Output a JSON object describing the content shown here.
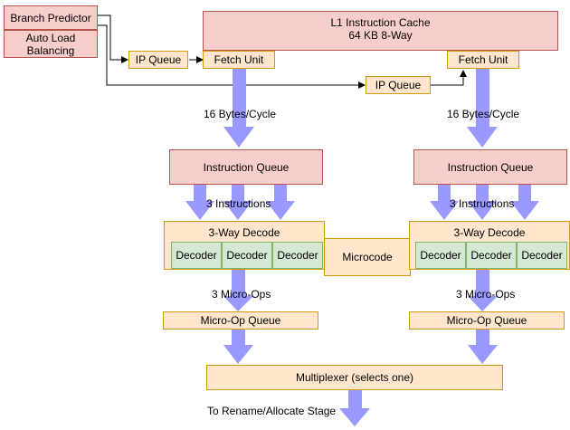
{
  "branch_predictor": {
    "title": "Branch Predictor",
    "sub": "Auto Load Balancing"
  },
  "l1_cache": {
    "line1": "L1 Instruction Cache",
    "line2": "64 KB 8-Way"
  },
  "ip_queue": "IP Queue",
  "fetch_unit": "Fetch Unit",
  "fetch_rate": "16 Bytes/Cycle",
  "instruction_queue": "Instruction Queue",
  "instructions": "3 Instructions",
  "decode_group": "3-Way Decode",
  "decoder": "Decoder",
  "microcode": "Microcode",
  "micro_ops": "3 Micro-Ops",
  "micro_op_queue": "Micro-Op Queue",
  "multiplexer": "Multiplexer (selects one)",
  "output": "To Rename/Allocate Stage",
  "colors": {
    "pink": "#f8cecc",
    "orange": "#ffe6cc",
    "green": "#d5e8d4",
    "arrow": "#9999ff"
  }
}
